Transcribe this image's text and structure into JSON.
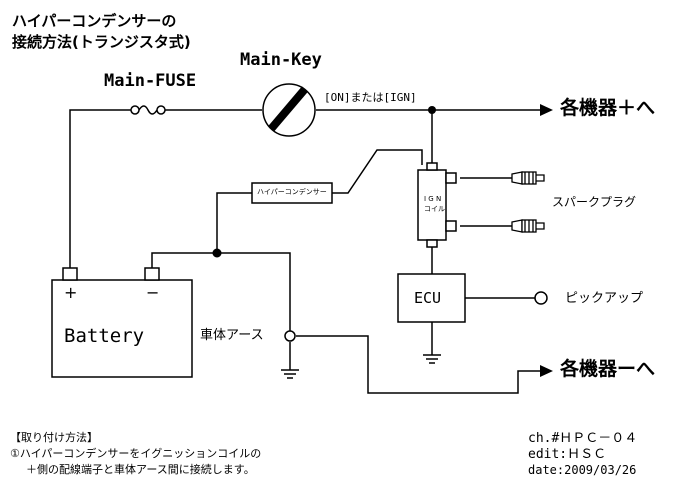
{
  "title": {
    "line1": "ハイパーコンデンサーの",
    "line2": "接続方法(トランジスタ式)"
  },
  "labels": {
    "main_key": "Main-Key",
    "main_fuse": "Main-FUSE",
    "on_ign": "[ON]または[IGN]",
    "to_devices_plus": "各機器＋へ",
    "to_devices_minus": "各機器ーへ",
    "hyper_condenser": "ハイパーコンデンサー",
    "ign_coil_1": "I G N",
    "ign_coil_2": "コイル",
    "spark_plug": "スパークプラグ",
    "ecu": "ECU",
    "pickup": "ピックアップ",
    "battery": "Battery",
    "plus": "+",
    "minus": "−",
    "body_ground": "車体アース"
  },
  "notes": {
    "heading": "【取り付け方法】",
    "line1": "①ハイパーコンデンサーをイグニッションコイルの",
    "line2": "＋側の配線端子と車体アース間に接続します。"
  },
  "meta": {
    "chart_no": "ch.#ＨＰＣ－０４",
    "edit": "edit:ＨＳＣ",
    "date": "date:2009/03/26"
  }
}
